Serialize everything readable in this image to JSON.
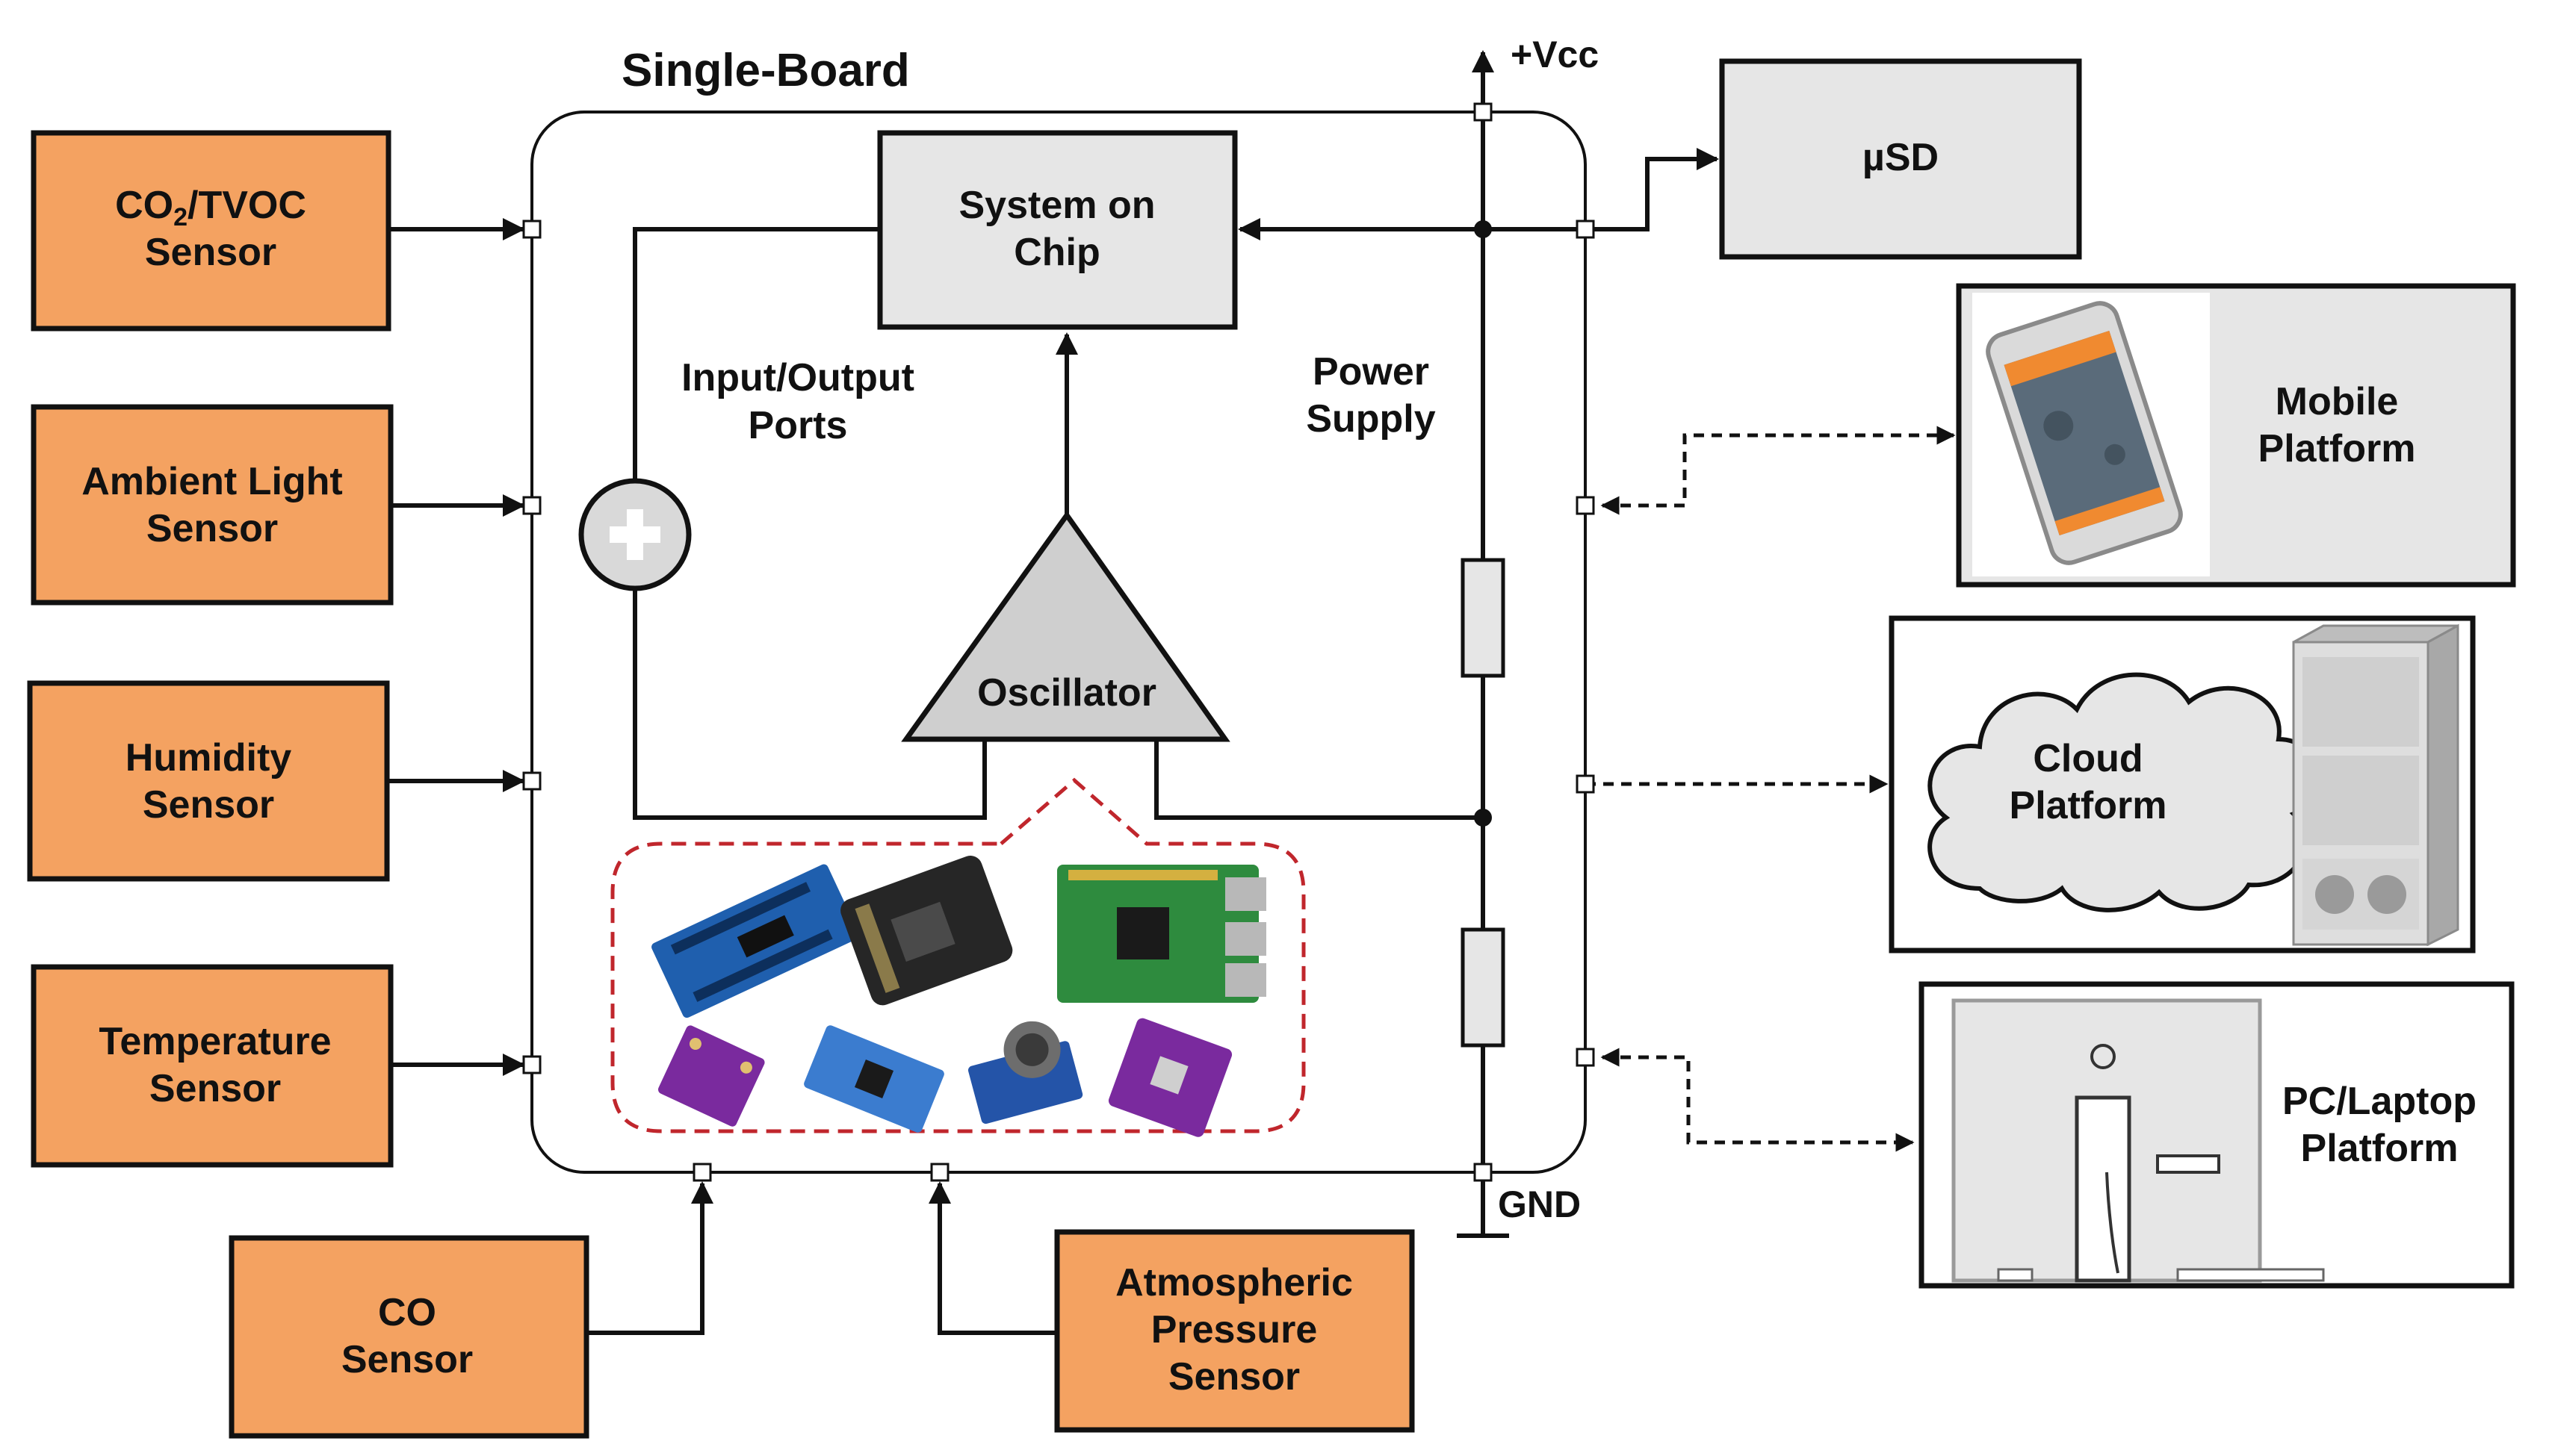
{
  "board": {
    "title": "Single-Board"
  },
  "power": {
    "vcc": "+Vcc",
    "gnd": "GND",
    "supply_line1": "Power",
    "supply_line2": "Supply"
  },
  "core": {
    "soc_line1": "System on",
    "soc_line2": "Chip",
    "io_line1": "Input/Output",
    "io_line2": "Ports",
    "oscillator": "Oscillator"
  },
  "sensors": {
    "co2_main": "CO",
    "co2_sub": "2",
    "co2_rest": "/TVOC",
    "co2_line2": "Sensor",
    "light_line1": "Ambient Light",
    "light_line2": "Sensor",
    "humidity_line1": "Humidity",
    "humidity_line2": "Sensor",
    "temp_line1": "Temperature",
    "temp_line2": "Sensor",
    "co_line1": "CO",
    "co_line2": "Sensor",
    "pressure_line1": "Atmospheric",
    "pressure_line2": "Pressure",
    "pressure_line3": "Sensor"
  },
  "outputs": {
    "usd": "µSD",
    "mobile_line1": "Mobile",
    "mobile_line2": "Platform",
    "cloud_line1": "Cloud",
    "cloud_line2": "Platform",
    "pc_line1": "PC/Laptop",
    "pc_line2": "Platform"
  },
  "colors": {
    "sensor_fill": "#f4a261",
    "block_fill": "#e6e6e6",
    "line": "#111111",
    "callout": "#c0262c"
  },
  "icons": [
    "plus-icon",
    "microcontroller-boards-icon",
    "smartphone-icon",
    "server-icon",
    "monitor-icon"
  ]
}
